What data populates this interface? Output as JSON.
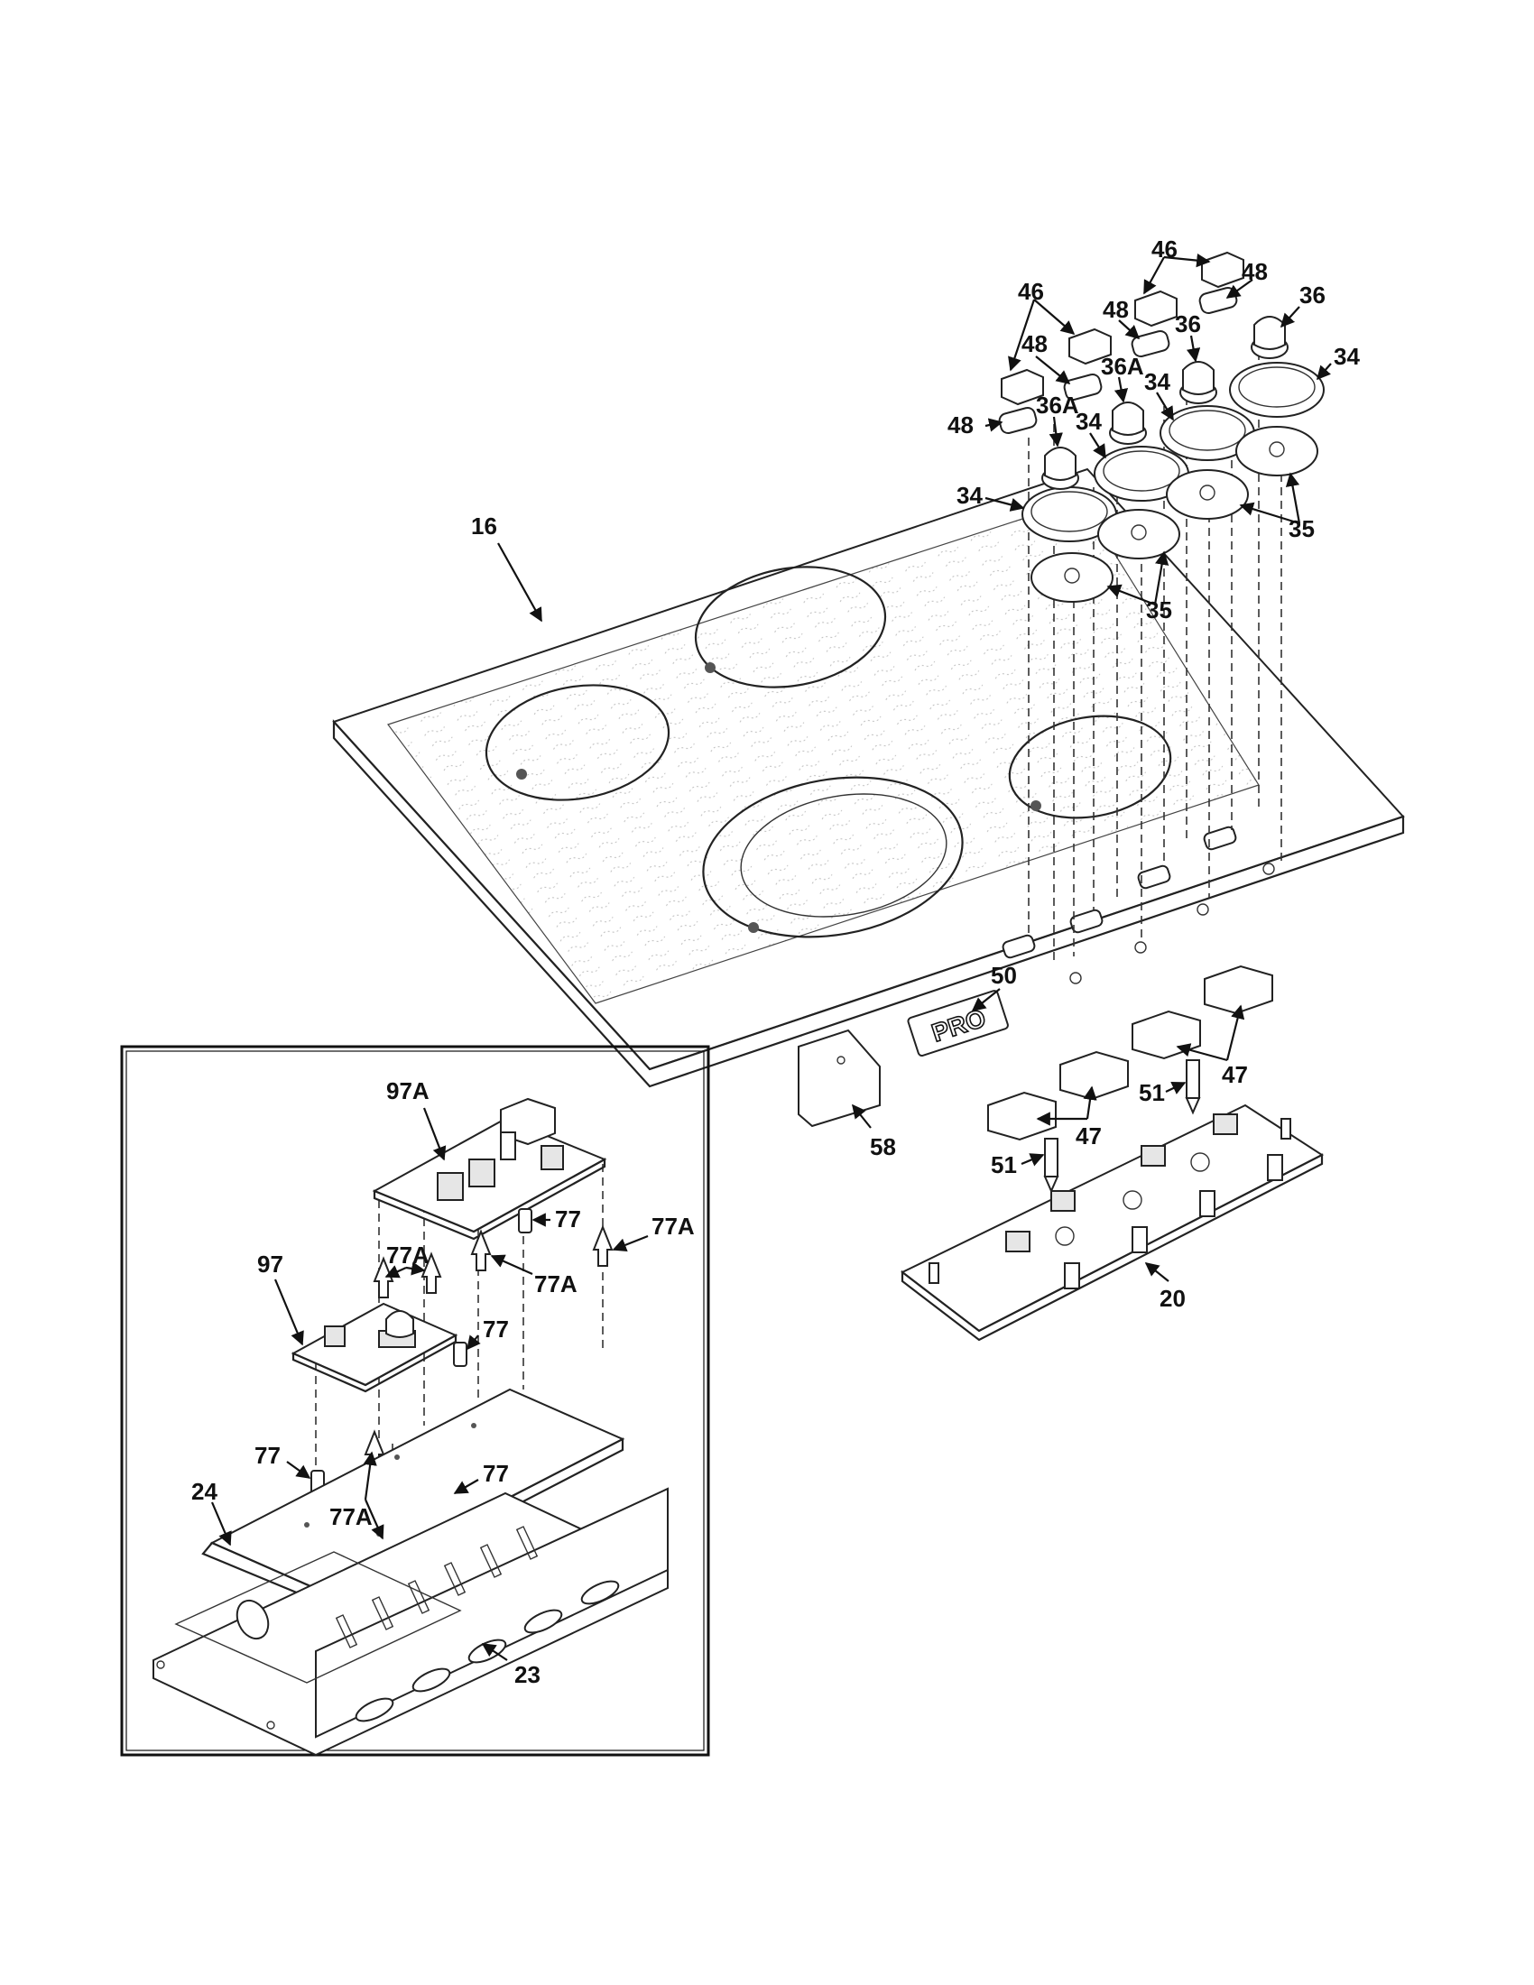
{
  "labels": {
    "l16": "16",
    "l20": "20",
    "l23": "23",
    "l24": "24",
    "l34": "34",
    "l35": "35",
    "l36": "36",
    "l36a": "36A",
    "l46": "46",
    "l47": "47",
    "l48": "48",
    "l50": "50",
    "l51": "51",
    "l58": "58",
    "l77": "77",
    "l77a": "77A",
    "l97": "97",
    "l97a": "97A"
  },
  "badge_text": "PRO"
}
